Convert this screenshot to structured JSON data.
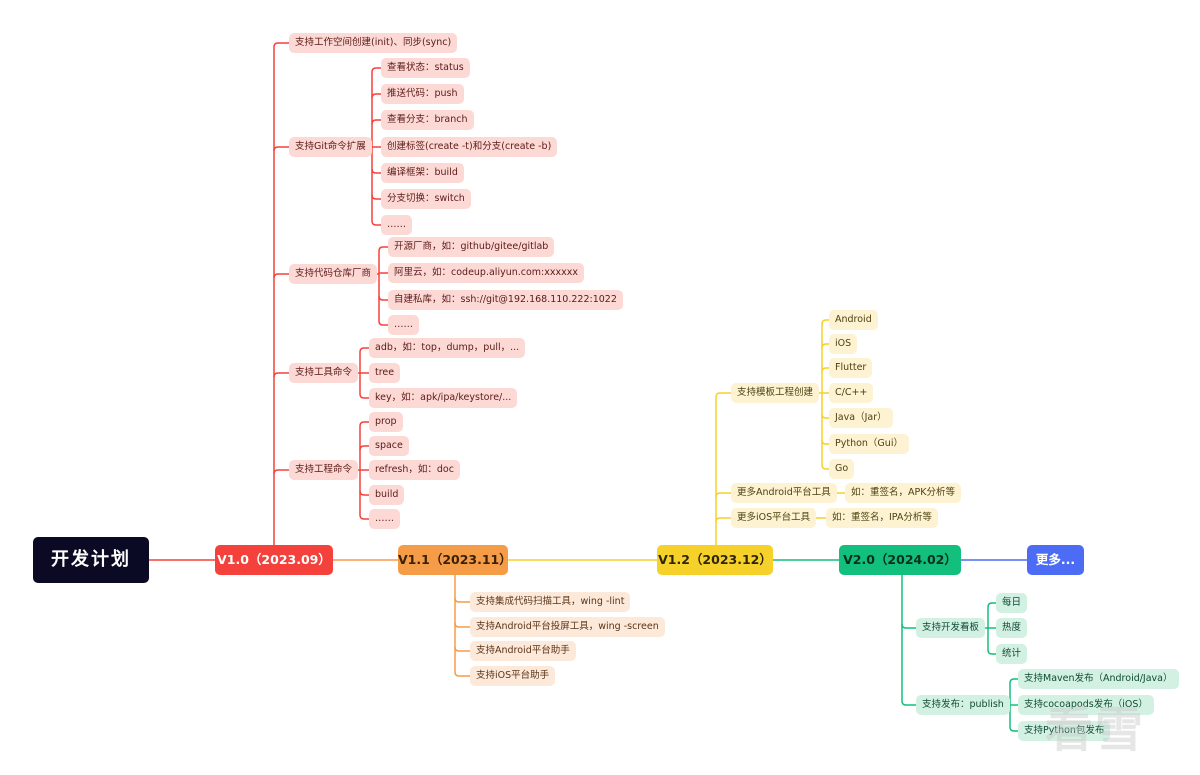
{
  "root": {
    "label": "开发计划"
  },
  "colors": {
    "v10": "#f5413b",
    "v11": "#f59c48",
    "v12": "#f5d12a",
    "v20": "#12bf7c",
    "more": "#4d6cf5",
    "root": "#0a0a24"
  },
  "versions": {
    "v10": {
      "label": "V1.0（2023.09）",
      "branches": [
        {
          "label": "支持工作空间创建(init)、同步(sync)",
          "children": []
        },
        {
          "label": "支持Git命令扩展",
          "children": [
            "查看状态：status",
            "推送代码：push",
            "查看分支：branch",
            "创建标签(create -t)和分支(create -b)",
            "编译框架：build",
            "分支切换：switch",
            "……"
          ]
        },
        {
          "label": "支持代码仓库厂商",
          "children": [
            "开源厂商，如：github/gitee/gitlab",
            "阿里云，如：codeup.aliyun.com:xxxxxx",
            "自建私库，如：ssh://git@192.168.110.222:1022",
            "……"
          ]
        },
        {
          "label": "支持工具命令",
          "children": [
            "adb，如：top，dump，pull，...",
            "tree",
            "key，如：apk/ipa/keystore/..."
          ]
        },
        {
          "label": "支持工程命令",
          "children": [
            "prop",
            "space",
            "refresh，如：doc",
            "build",
            "……"
          ]
        }
      ]
    },
    "v11": {
      "label": "V1.1（2023.11）",
      "items": [
        "支持集成代码扫描工具，wing -lint",
        "支持Android平台投屏工具，wing -screen",
        "支持Android平台助手",
        "支持iOS平台助手"
      ]
    },
    "v12": {
      "label": "V1.2（2023.12）",
      "branches": [
        {
          "label": "支持模板工程创建",
          "children": [
            "Android",
            "iOS",
            "Flutter",
            "C/C++",
            "Java（Jar）",
            "Python（Gui）",
            "Go"
          ]
        },
        {
          "label": "更多Android平台工具",
          "children": [
            "如：重签名，APK分析等"
          ]
        },
        {
          "label": "更多iOS平台工具",
          "children": [
            "如：重签名，IPA分析等"
          ]
        }
      ]
    },
    "v20": {
      "label": "V2.0（2024.02）",
      "branches": [
        {
          "label": "支持开发看板",
          "children": [
            "每日",
            "热度",
            "统计"
          ]
        },
        {
          "label": "支持发布：publish",
          "children": [
            "支持Maven发布（Android/Java）",
            "支持cocoapods发布（iOS）",
            "支持Python包发布"
          ]
        }
      ]
    },
    "more": {
      "label": "更多..."
    }
  },
  "watermark": "看雪"
}
